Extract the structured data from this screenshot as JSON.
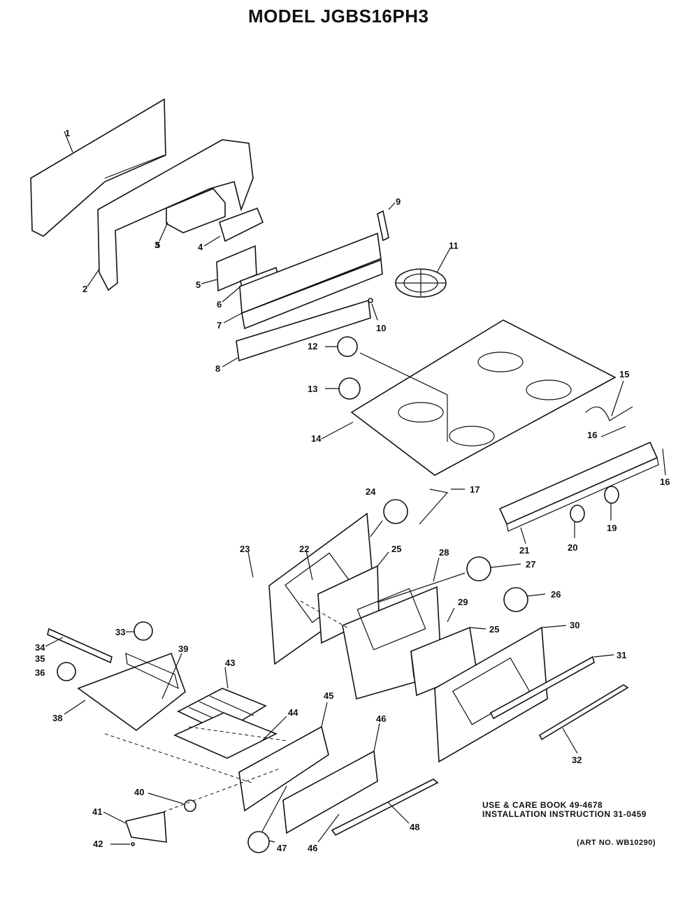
{
  "title": "MODEL JGBS16PH3",
  "notes": {
    "use_care": "USE & CARE BOOK 49-4678",
    "installation": "INSTALLATION INSTRUCTION 31-0459",
    "art_no": "(ART NO. WB10290)"
  },
  "callouts": [
    {
      "id": "1",
      "label": "1"
    },
    {
      "id": "2",
      "label": "2"
    },
    {
      "id": "3",
      "label": "3"
    },
    {
      "id": "4",
      "label": "4"
    },
    {
      "id": "5a",
      "label": "5"
    },
    {
      "id": "5b",
      "label": "5"
    },
    {
      "id": "6",
      "label": "6"
    },
    {
      "id": "7",
      "label": "7"
    },
    {
      "id": "8",
      "label": "8"
    },
    {
      "id": "9",
      "label": "9"
    },
    {
      "id": "10",
      "label": "10"
    },
    {
      "id": "11",
      "label": "11"
    },
    {
      "id": "12",
      "label": "12"
    },
    {
      "id": "13",
      "label": "13"
    },
    {
      "id": "14",
      "label": "14"
    },
    {
      "id": "15",
      "label": "15"
    },
    {
      "id": "16a",
      "label": "16"
    },
    {
      "id": "16b",
      "label": "16"
    },
    {
      "id": "17",
      "label": "17"
    },
    {
      "id": "19",
      "label": "19"
    },
    {
      "id": "20",
      "label": "20"
    },
    {
      "id": "21",
      "label": "21"
    },
    {
      "id": "22",
      "label": "22"
    },
    {
      "id": "23",
      "label": "23"
    },
    {
      "id": "24",
      "label": "24"
    },
    {
      "id": "25a",
      "label": "25"
    },
    {
      "id": "25b",
      "label": "25"
    },
    {
      "id": "26",
      "label": "26"
    },
    {
      "id": "27",
      "label": "27"
    },
    {
      "id": "28",
      "label": "28"
    },
    {
      "id": "29",
      "label": "29"
    },
    {
      "id": "30",
      "label": "30"
    },
    {
      "id": "31",
      "label": "31"
    },
    {
      "id": "32",
      "label": "32"
    },
    {
      "id": "33",
      "label": "33"
    },
    {
      "id": "34",
      "label": "34"
    },
    {
      "id": "35",
      "label": "35"
    },
    {
      "id": "36",
      "label": "36"
    },
    {
      "id": "38",
      "label": "38"
    },
    {
      "id": "39",
      "label": "39"
    },
    {
      "id": "40",
      "label": "40"
    },
    {
      "id": "41",
      "label": "41"
    },
    {
      "id": "42",
      "label": "42"
    },
    {
      "id": "43",
      "label": "43"
    },
    {
      "id": "44",
      "label": "44"
    },
    {
      "id": "45",
      "label": "45"
    },
    {
      "id": "46a",
      "label": "46"
    },
    {
      "id": "46b",
      "label": "46"
    },
    {
      "id": "47",
      "label": "47"
    },
    {
      "id": "48",
      "label": "48"
    }
  ]
}
